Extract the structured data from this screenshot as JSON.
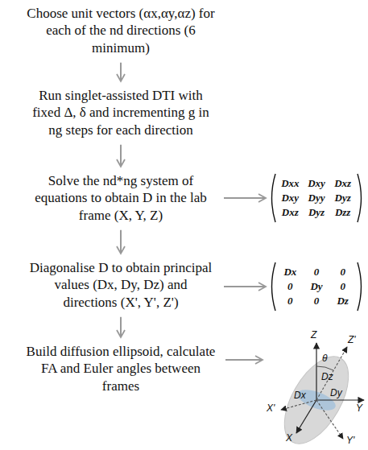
{
  "diagram": {
    "nodes": [
      {
        "text": [
          "Choose unit vectors (αx,αy,αz) for each of the nd directions (6 minimum)"
        ]
      },
      {
        "text": [
          "Run singlet-assisted DTI with fixed Δ, δ and incrementing g in ng steps for each direction"
        ]
      },
      {
        "text": [
          "Solve the nd*ng system of equations to obtain D in the lab frame (X, Y, Z)"
        ]
      },
      {
        "text": [
          "Diagonalise D to obtain principal values (Dx, Dy, Dz) and directions (X', Y', Z')"
        ]
      },
      {
        "text": [
          "Build diffusion ellipsoid, calculate FA and Euler angles between frames"
        ]
      },
      {
        "text": [
          "Dxx",
          "Dxy",
          "Dxz",
          "Dxy",
          "Dyy",
          "Dyz",
          "Dxz",
          "Dyz",
          "Dzz"
        ]
      },
      {
        "text": [
          "Dx",
          "0",
          "0",
          "0",
          "Dy",
          "0",
          "0",
          "0",
          "Dz"
        ]
      }
    ],
    "edges": [
      {
        "from": 0,
        "to": 1,
        "arrow": "to"
      },
      {
        "from": 1,
        "to": 2,
        "arrow": "to"
      },
      {
        "from": 2,
        "to": 3,
        "arrow": "to"
      },
      {
        "from": 3,
        "to": 4,
        "arrow": "to"
      },
      {
        "from": 2,
        "to": 5,
        "arrow": "to"
      },
      {
        "from": 3,
        "to": 6,
        "arrow": "to"
      }
    ],
    "labels": [
      "Z",
      "Z'",
      "θ",
      "Dz",
      "Dx",
      "Dy",
      "X'",
      "Y",
      "X",
      "Y'"
    ]
  }
}
